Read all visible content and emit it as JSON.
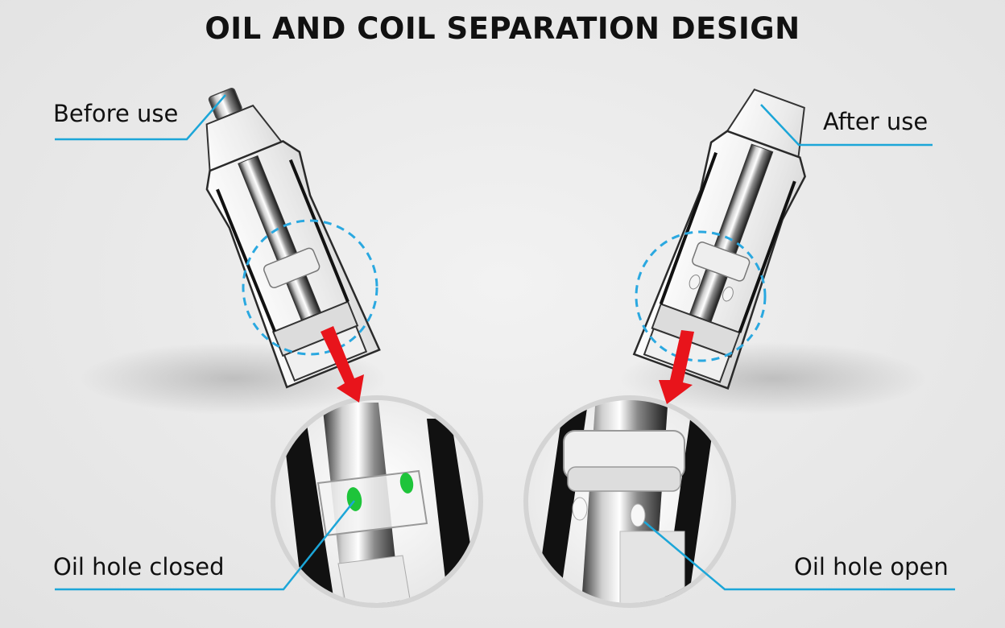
{
  "title": "OIL AND COIL SEPARATION DESIGN",
  "labels": {
    "before_use": "Before use",
    "after_use": "After use",
    "oil_hole_closed": "Oil hole closed",
    "oil_hole_open": "Oil hole open"
  },
  "colors": {
    "leader_line": "#1ca6d8",
    "arrow": "#e8141b",
    "oil_hole_closed_marker": "#1ec43a",
    "dashed_circle": "#2aa8e0"
  }
}
